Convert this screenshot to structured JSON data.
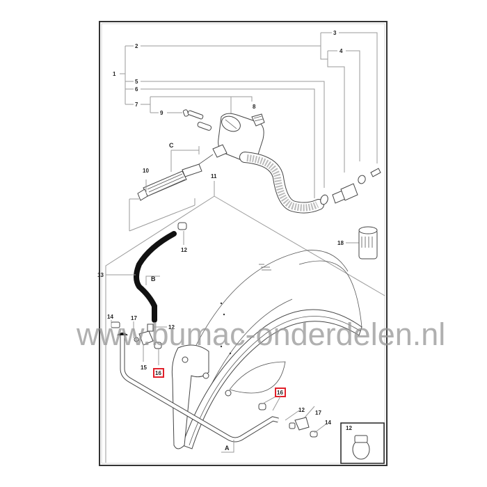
{
  "diagram": {
    "type": "exploded-parts-diagram",
    "frame": {
      "stroke": "#333333"
    },
    "highlight_color": "#e0202a",
    "callouts": [
      {
        "id": "1",
        "label": "1"
      },
      {
        "id": "2",
        "label": "2"
      },
      {
        "id": "3",
        "label": "3"
      },
      {
        "id": "4",
        "label": "4"
      },
      {
        "id": "5",
        "label": "5"
      },
      {
        "id": "6",
        "label": "6"
      },
      {
        "id": "7",
        "label": "7"
      },
      {
        "id": "8",
        "label": "8"
      },
      {
        "id": "9",
        "label": "9"
      },
      {
        "id": "10",
        "label": "10"
      },
      {
        "id": "11",
        "label": "11"
      },
      {
        "id": "12a",
        "label": "12"
      },
      {
        "id": "12b",
        "label": "12"
      },
      {
        "id": "12c",
        "label": "12"
      },
      {
        "id": "12d",
        "label": "12"
      },
      {
        "id": "13",
        "label": "13"
      },
      {
        "id": "14a",
        "label": "14"
      },
      {
        "id": "14b",
        "label": "14"
      },
      {
        "id": "15",
        "label": "15"
      },
      {
        "id": "16a",
        "label": "16",
        "highlighted": true
      },
      {
        "id": "16b",
        "label": "16",
        "highlighted": true
      },
      {
        "id": "17a",
        "label": "17"
      },
      {
        "id": "17b",
        "label": "17"
      },
      {
        "id": "18",
        "label": "18"
      }
    ],
    "dimension_letters": [
      "A",
      "B",
      "C"
    ],
    "inset": {
      "label": "12",
      "depicts": "hose clamp"
    }
  },
  "watermark": {
    "text": "www.bumac-onderdelen.nl"
  }
}
